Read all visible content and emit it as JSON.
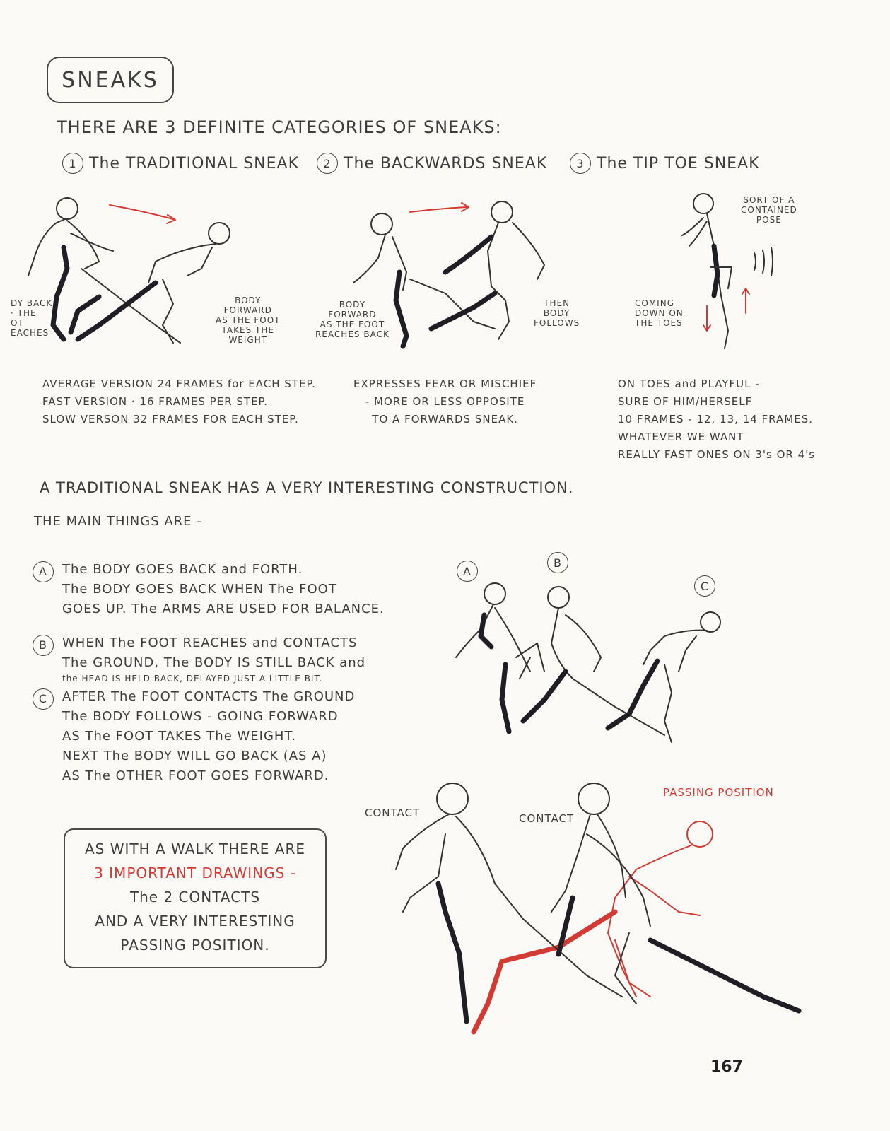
{
  "title": "SNEAKS",
  "intro": "THERE ARE 3 DEFINITE CATEGORIES OF SNEAKS:",
  "categories": [
    {
      "num": "1",
      "label": "The TRADITIONAL SNEAK"
    },
    {
      "num": "2",
      "label": "The BACKWARDS SNEAK"
    },
    {
      "num": "3",
      "label": "The TIP TOE SNEAK"
    }
  ],
  "figure_labels": {
    "body_back": "DY BACK\n· the\nOT\nEACHES",
    "body_forward_weight": "BODY\nFORWARD\nAS The FOOT\nTAKES The\nWEIGHT",
    "body_forward_back": "BODY\nFORWARD\nAS The FOOT\nREACHES BACK",
    "then_body": "THEN\nBODY\nFOLLOWS",
    "contained": "SORT OF A\nCONTAINED\nPOSE",
    "coming_down": "COMING\nDOWN ON\nThe TOES"
  },
  "notes": {
    "traditional": [
      "AVERAGE VERSION 24 FRAMES for EACH STEP.",
      "FAST VERSION · 16 FRAMES PER STEP.",
      "SLOW VERSON 32 FRAMES FOR EACH STEP."
    ],
    "backwards": [
      "EXPRESSES FEAR OR MISCHIEF",
      "- MORE OR LESS OPPOSITE",
      "TO A FORWARDS SNEAK."
    ],
    "tiptoe": [
      "ON TOES and PLAYFUL -",
      "SURE OF HIM/HERSELF",
      "10 FRAMES - 12, 13, 14 FRAMES.",
      "WHATEVER WE WANT",
      "REALLY FAST ONES ON 3's OR 4's"
    ]
  },
  "construction": "A TRADITIONAL SNEAK HAS A VERY INTERESTING CONSTRUCTION.",
  "main_things": "THE MAIN THINGS ARE -",
  "points": [
    {
      "letter": "A",
      "lines": [
        "The BODY GOES BACK and FORTH.",
        "The BODY GOES BACK WHEN The FOOT",
        "GOES UP. The ARMS ARE USED FOR BALANCE."
      ]
    },
    {
      "letter": "B",
      "lines": [
        "WHEN The FOOT REACHES and CONTACTS",
        "The GROUND, The BODY IS STILL BACK and"
      ],
      "small": "the HEAD IS HELD BACK, DELAYED JUST A LITTLE BIT."
    },
    {
      "letter": "C",
      "lines": [
        "AFTER The FOOT CONTACTS The GROUND",
        "The BODY FOLLOWS - GOING FORWARD",
        "AS The FOOT TAKES The WEIGHT.",
        "NEXT The BODY WILL GO BACK (AS A)",
        "AS The OTHER FOOT GOES FORWARD."
      ]
    }
  ],
  "abc_labels": [
    "A",
    "B",
    "C"
  ],
  "box": {
    "line1": "AS WITH A WALK THERE ARE",
    "line2": "3 IMPORTANT DRAWINGS -",
    "line3": "The 2 CONTACTS",
    "line4": "AND A VERY INTERESTING",
    "line5": "PASSING POSITION."
  },
  "bottom_labels": {
    "contact1": "CONTACT",
    "contact2": "CONTACT",
    "passing": "PASSING POSITION"
  },
  "page_number": "167",
  "colors": {
    "red": "#d23b34",
    "ink": "#333333"
  }
}
